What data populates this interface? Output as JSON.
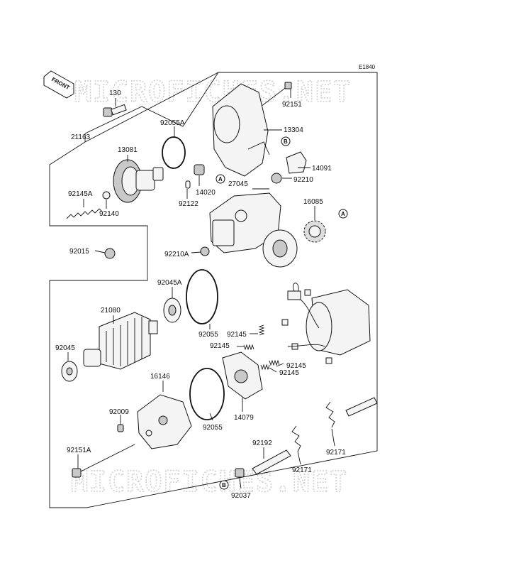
{
  "diagram_code": "E1840",
  "watermark": "MICROFICHES.NET",
  "front_marker": "FRONT",
  "callouts": {
    "a": "A",
    "b": "B"
  },
  "parts": {
    "p130": "130",
    "p21163": "21163",
    "p13081": "13081",
    "p92145A": "92145A",
    "p92140": "92140",
    "p92055A": "92055A",
    "p92122": "92122",
    "p14020": "14020",
    "p92151": "92151",
    "p13304": "13304",
    "p14091": "14091",
    "p27045": "27045",
    "p92210": "92210",
    "p16085": "16085",
    "p92015": "92015",
    "p92210A": "92210A",
    "p92045A": "92045A",
    "p21080": "21080",
    "p92045": "92045",
    "p92055a": "92055",
    "p92145a": "92145",
    "p92145b": "92145",
    "p92145c": "92145",
    "p92145d": "92145",
    "p16146": "16146",
    "p92009": "92009",
    "p92055b": "92055",
    "p14079": "14079",
    "p92151A": "92151A",
    "p92192": "92192",
    "p92171a": "92171",
    "p92171b": "92171",
    "p92037": "92037"
  }
}
